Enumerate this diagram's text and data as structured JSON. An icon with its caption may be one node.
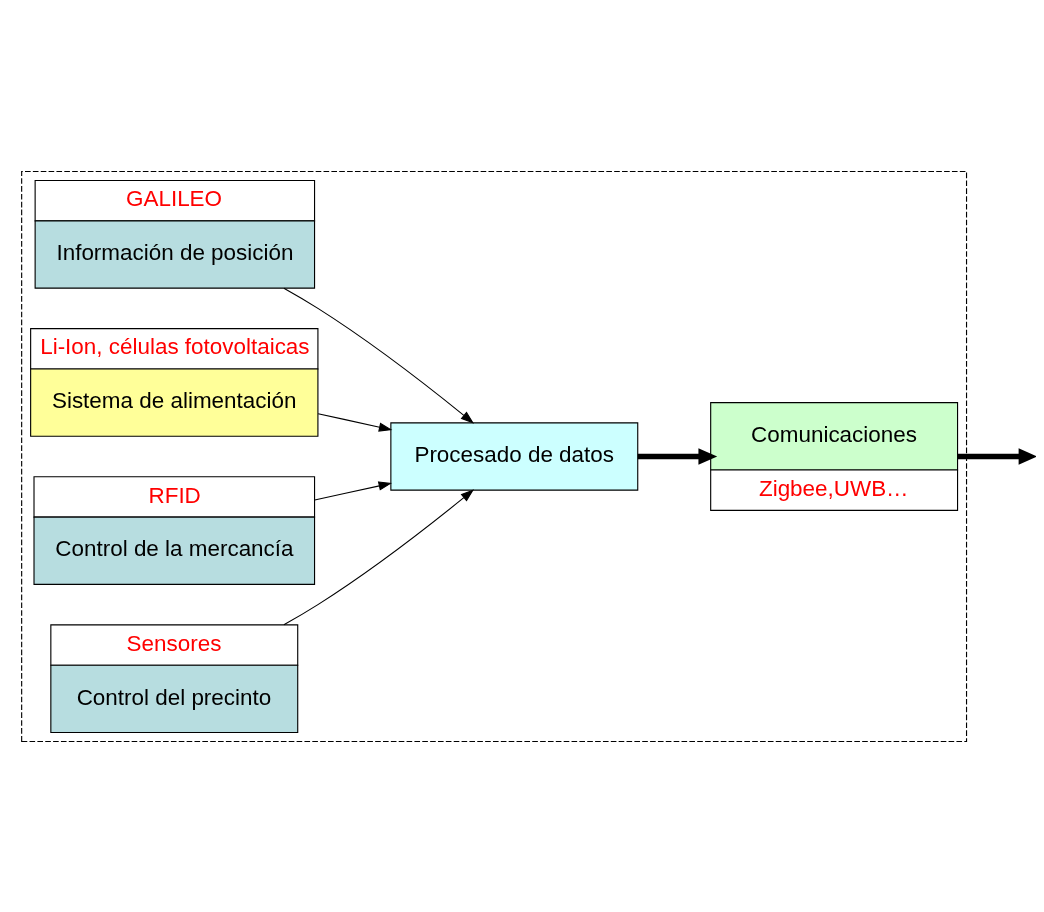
{
  "diagram": {
    "nodes": [
      {
        "text": [],
        "shape": "box"
      },
      {
        "text": [
          "GALILEO",
          "Información de posición"
        ],
        "in": 0
      },
      {
        "text": [
          "Li-Ion, células fotovoltaicas",
          "Sistema de alimentación"
        ],
        "in": 0
      },
      {
        "text": [
          "RFID",
          "Control de la mercancía"
        ],
        "in": 0
      },
      {
        "text": [
          "Procesado de datos"
        ],
        "in": 0
      },
      {
        "text": [
          "Sensores",
          "Control del precinto"
        ],
        "in": 0
      },
      {
        "text": [
          "Comunicaciones",
          "Zigbee,UWB…"
        ],
        "in": 0
      }
    ],
    "edges": [
      {
        "from": 1,
        "to": 4,
        "arrow": "to"
      },
      {
        "from": 3,
        "to": 4,
        "arrow": "to"
      },
      {
        "from": 5,
        "to": 4,
        "arrow": "to"
      },
      {
        "from": 2,
        "to": 4,
        "arrow": "to"
      },
      {
        "from": 4,
        "to": 6,
        "arrow": "to",
        "style": "thick"
      },
      {
        "from": 6,
        "to": null,
        "arrow": "to",
        "style": "thick"
      }
    ]
  }
}
